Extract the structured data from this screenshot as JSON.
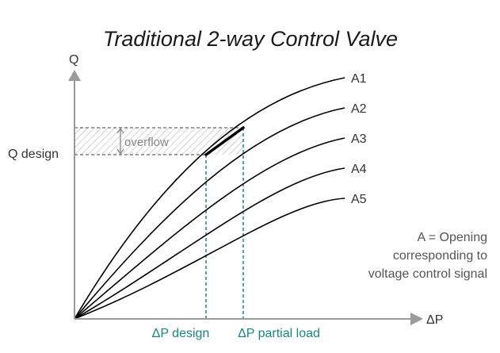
{
  "title": "Traditional 2-way Control Valve",
  "axes": {
    "y_label": "Q",
    "x_label": "ΔP"
  },
  "q_design_label": "Q design",
  "overflow_label": "overflow",
  "dp_design_label": "ΔP design",
  "dp_partial_label": "ΔP partial load",
  "curves": [
    "A1",
    "A2",
    "A3",
    "A4",
    "A5"
  ],
  "note_lines": [
    "A = Opening",
    "corresponding to",
    "voltage control signal"
  ],
  "colors": {
    "axis": "#9a9a9a",
    "curve": "#000000",
    "teal": "#138a7c",
    "hatch": "#b0b0b0",
    "dashed": "#666666"
  }
}
